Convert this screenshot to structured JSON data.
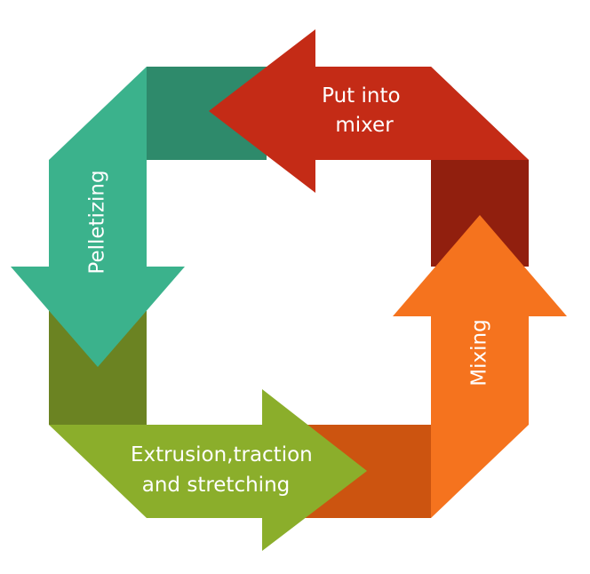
{
  "steps": [
    {
      "id": "put-into-mixer",
      "label_lines": [
        "Put into",
        "mixer"
      ],
      "color": "#C42B16",
      "corner_color": "#911F0E"
    },
    {
      "id": "mixing",
      "label_lines": [
        "Mixing"
      ],
      "color": "#F5731E",
      "corner_color": "#CC5410"
    },
    {
      "id": "extrusion",
      "label_lines": [
        "Extrusion,traction",
        "and stretching"
      ],
      "color": "#8BAE2B",
      "corner_color": "#6B8322"
    },
    {
      "id": "pelletizing",
      "label_lines": [
        "Pelletizing"
      ],
      "color": "#3BB28C",
      "corner_color": "#2E8A6B"
    }
  ]
}
